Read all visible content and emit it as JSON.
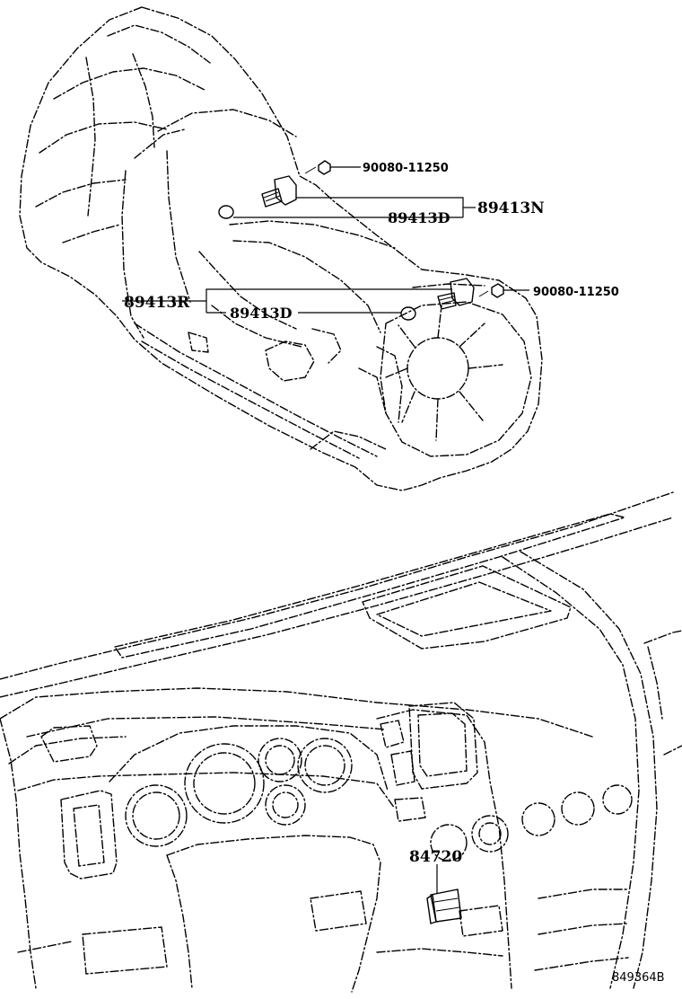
{
  "labels": {
    "bolt_top": "90080-11250",
    "sensor_upper": "89413N",
    "oring_upper": "89413D",
    "sensor_lower": "89413R",
    "oring_lower": "89413D",
    "bolt_right": "90080-11250",
    "switch_unit": "84720",
    "illustration_code": "849364B"
  },
  "icons": {
    "transmission": "transmission-icon",
    "dashboard": "dashboard-icon",
    "bolt": "bolt-icon",
    "sensor": "speed-sensor-icon",
    "oring": "o-ring-icon",
    "switch": "switch-unit-icon"
  }
}
